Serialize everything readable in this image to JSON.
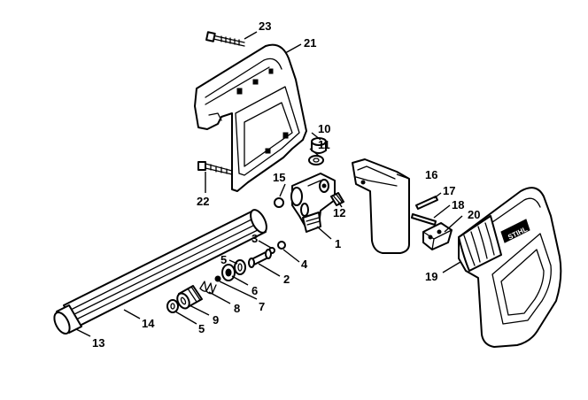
{
  "callouts": {
    "c1": "1",
    "c2": "2",
    "c3": "3",
    "c4": "4",
    "c5a": "5",
    "c5b": "5",
    "c6": "6",
    "c7": "7",
    "c8": "8",
    "c9": "9",
    "c10": "10",
    "c11": "11",
    "c12": "12",
    "c13": "13",
    "c14": "14",
    "c15": "15",
    "c16": "16",
    "c17": "17",
    "c18": "18",
    "c19": "19",
    "c20": "20",
    "c21": "21",
    "c22": "22",
    "c23": "23"
  },
  "handle_logo": "STIHL"
}
